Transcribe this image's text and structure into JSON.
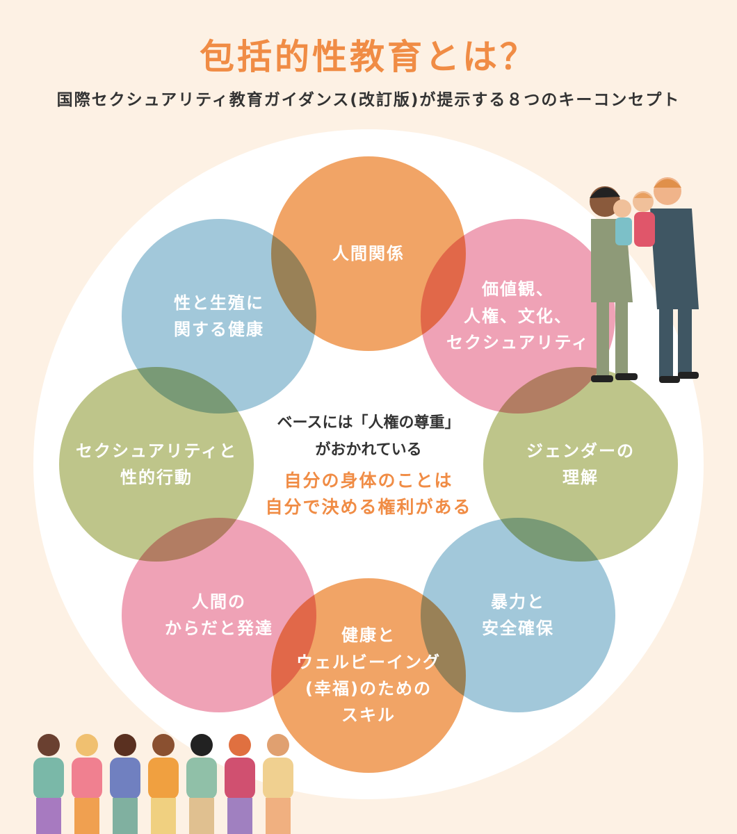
{
  "title": "包括的性教育とは？",
  "subtitle": "国際セクシュアリティ教育ガイダンス(改訂版)が提示する８つのキーコンセプト",
  "colors": {
    "orange": "#F09A55",
    "pink": "#EE98AE",
    "green": "#B7BF7D",
    "blue": "#98C2D6",
    "accent": "#F08C45",
    "background": "#FDF1E4"
  },
  "concepts": [
    {
      "label": "人間関係",
      "color": "orange"
    },
    {
      "label": "価値観、\n人権、文化、\nセクシュアリティ",
      "color": "pink"
    },
    {
      "label": "ジェンダーの\n理解",
      "color": "green"
    },
    {
      "label": "暴力と\n安全確保",
      "color": "blue"
    },
    {
      "label": "健康と\nウェルビーイング\n(幸福)のための\nスキル",
      "color": "orange"
    },
    {
      "label": "人間の\nからだと発達",
      "color": "pink"
    },
    {
      "label": "セクシュアリティと\n性的行動",
      "color": "green"
    },
    {
      "label": "性と生殖に\n関する健康",
      "color": "blue"
    }
  ],
  "center": {
    "base": "ベースには「人権の尊重」\nがおかれている",
    "emphasis": "自分の身体のことは\n自分で決める権利がある"
  }
}
